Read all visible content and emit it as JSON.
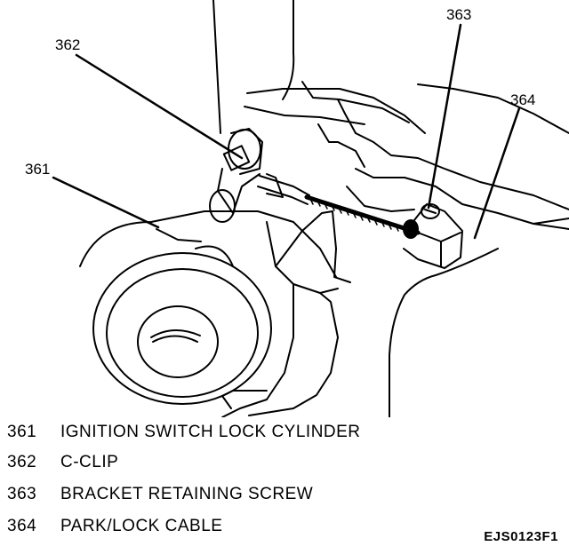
{
  "callouts": [
    {
      "id": "361",
      "label": "361"
    },
    {
      "id": "362",
      "label": "362"
    },
    {
      "id": "363",
      "label": "363"
    },
    {
      "id": "364",
      "label": "364"
    }
  ],
  "legend": [
    {
      "number": "361",
      "text": "IGNITION SWITCH LOCK CYLINDER"
    },
    {
      "number": "362",
      "text": "C-CLIP"
    },
    {
      "number": "363",
      "text": "BRACKET RETAINING SCREW"
    },
    {
      "number": "364",
      "text": "PARK/LOCK CABLE"
    }
  ],
  "figure_id": "EJS0123F1"
}
